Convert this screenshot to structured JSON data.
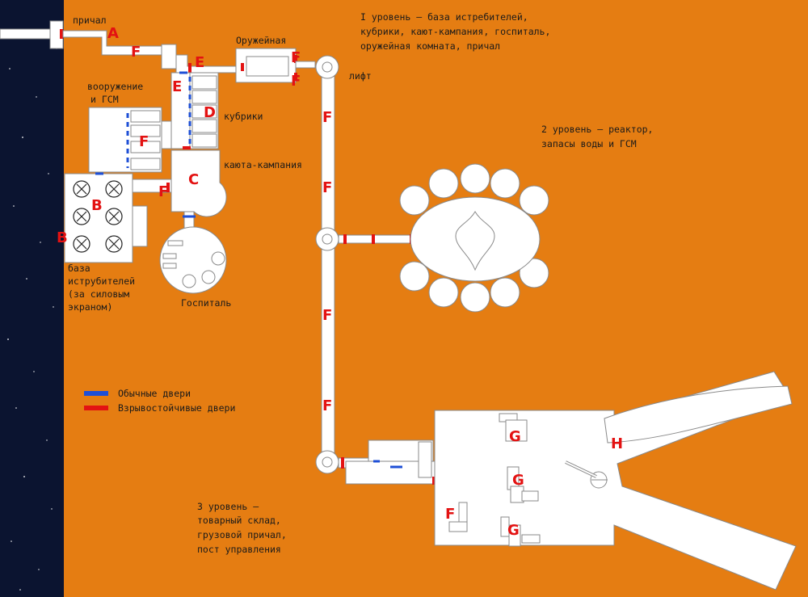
{
  "labels": {
    "prichal": "причал",
    "oruzheynaya": "Оружейная",
    "lift": "лифт",
    "vooruzhenie_1": "вооружение",
    "vooruzhenie_2": "и ГСМ",
    "kubriki": "кубрики",
    "kayut": "каюта-кампания",
    "gospital": "Госпиталь",
    "baza_1": "база",
    "baza_2": "иструбителей",
    "baza_3": "(за силовым",
    "baza_4": "экраном)"
  },
  "level_notes": {
    "level1": [
      "I уровень – база истребителей,",
      "кубрики, кают-кампания, госпиталь,",
      "оружейная комната, причал"
    ],
    "level2": [
      "2 уровень – реактор,",
      "запасы воды и ГСМ"
    ],
    "level3": [
      "3 уровень –",
      "товарный склад,",
      "грузовой причал,",
      "пост управления"
    ]
  },
  "legend": {
    "normal_doors": "Обычные двери",
    "blast_doors": "Взрывостойчивые двери",
    "normal_color": "#1e4fd6",
    "blast_color": "#e31212"
  },
  "colors": {
    "background": "#e57d12",
    "space": "#0b1430",
    "room": "#ffffff",
    "marker": "#e31212"
  },
  "markers": {
    "A": "A",
    "B": "B",
    "C": "C",
    "D": "D",
    "E": "E",
    "F": "F",
    "G": "G",
    "H": "H"
  }
}
